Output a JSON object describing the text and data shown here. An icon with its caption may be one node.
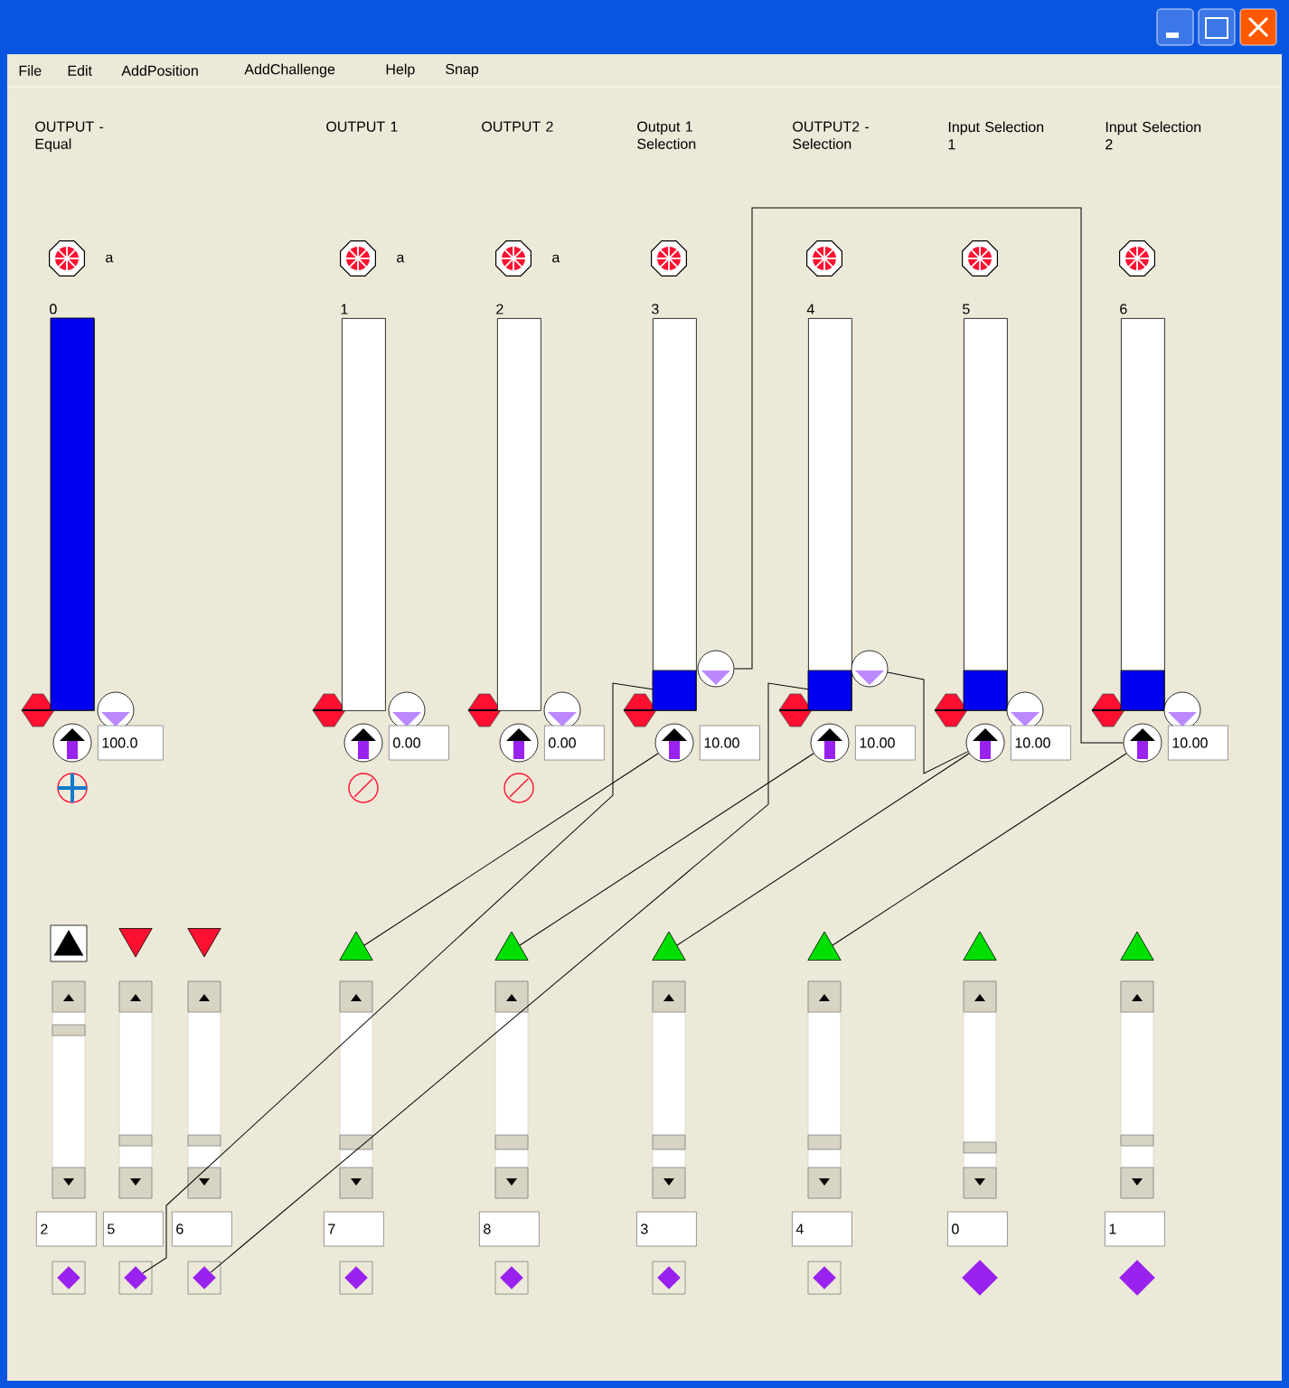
{
  "diagram": {
    "nodes": [
      {
        "text": [
          "0"
        ],
        "beside": [
          "a"
        ]
      },
      {
        "text": [
          "1"
        ],
        "beside": [
          "a"
        ]
      },
      {
        "text": [
          "2"
        ],
        "beside": [
          "a"
        ]
      },
      {
        "text": [
          "3"
        ]
      },
      {
        "text": [
          "4"
        ]
      },
      {
        "text": [
          "5"
        ]
      },
      {
        "text": [
          "6"
        ]
      },
      {
        "text": [],
        "shape": "circle"
      },
      {
        "text": [],
        "shape": "circle"
      },
      {
        "text": [],
        "shape": "circle"
      },
      {
        "text": [],
        "shape": "circle"
      },
      {
        "text": [],
        "shape": "circle"
      },
      {
        "text": [],
        "shape": "circle"
      },
      {
        "text": [],
        "shape": "circle"
      },
      {
        "text": [],
        "shape": "circle"
      },
      {
        "text": [],
        "shape": "circle"
      },
      {
        "text": [],
        "shape": "circle"
      },
      {
        "text": [],
        "shape": "circle"
      },
      {
        "text": [],
        "shape": "circle"
      },
      {
        "text": [],
        "shape": "circle"
      },
      {
        "text": [],
        "shape": "circle"
      },
      {
        "text": [
          "100.0"
        ]
      },
      {
        "text": [
          "0.00"
        ]
      },
      {
        "text": [
          "0.00"
        ]
      },
      {
        "text": [
          "10.00"
        ]
      },
      {
        "text": [
          "10.00"
        ]
      },
      {
        "text": [
          "10.00"
        ]
      },
      {
        "text": [
          "10.00"
        ]
      },
      {
        "text": [],
        "shape": "triangle"
      },
      {
        "text": [],
        "shape": "triangle"
      },
      {
        "text": [],
        "shape": "triangle"
      },
      {
        "text": [],
        "shape": "triangle"
      },
      {
        "text": [],
        "shape": "triangle"
      },
      {
        "text": [],
        "shape": "triangle"
      },
      {
        "text": [],
        "shape": "triangle"
      },
      {
        "text": [],
        "shape": "triangle"
      },
      {
        "text": [],
        "shape": "triangle"
      },
      {
        "text": [
          "2"
        ]
      },
      {
        "text": [
          "5"
        ]
      },
      {
        "text": [
          "6"
        ]
      },
      {
        "text": [
          "7"
        ]
      },
      {
        "text": [
          "8"
        ]
      },
      {
        "text": [
          "3"
        ]
      },
      {
        "text": [
          "4"
        ]
      },
      {
        "text": [
          "0"
        ]
      },
      {
        "text": [
          "1"
        ]
      },
      {
        "text": [],
        "shape": "diamond"
      },
      {
        "text": [],
        "shape": "diamond"
      },
      {
        "text": [],
        "shape": "diamond"
      },
      {
        "text": [],
        "shape": "diamond"
      },
      {
        "text": [],
        "shape": "diamond"
      },
      {
        "text": [],
        "shape": "diamond"
      },
      {
        "text": [],
        "shape": "diamond"
      },
      {
        "text": [],
        "shape": "diamond"
      },
      {
        "text": [],
        "shape": "diamond"
      }
    ],
    "edges": [
      {
        "from": 10,
        "to": 20,
        "arrow": "none"
      },
      {
        "from": 11,
        "to": 19,
        "arrow": "none"
      },
      {
        "from": 31,
        "to": 17,
        "arrow": "none"
      },
      {
        "from": 32,
        "to": 18,
        "arrow": "none"
      },
      {
        "from": 33,
        "to": 19,
        "arrow": "none"
      },
      {
        "from": 34,
        "to": 20,
        "arrow": "none"
      },
      {
        "from": 47,
        "to": 3,
        "arrow": "none"
      },
      {
        "from": 48,
        "to": 4,
        "arrow": "none"
      }
    ],
    "labels": [
      "File",
      "Edit",
      "AddPosition",
      "AddChallenge",
      "Help",
      "Snap",
      "OUTPUT - Equal",
      "OUTPUT 1",
      "OUTPUT 2",
      "Output 1 Selection",
      "OUTPUT2 - Selection",
      "Input Selection 1",
      "Input Selection 2"
    ]
  }
}
